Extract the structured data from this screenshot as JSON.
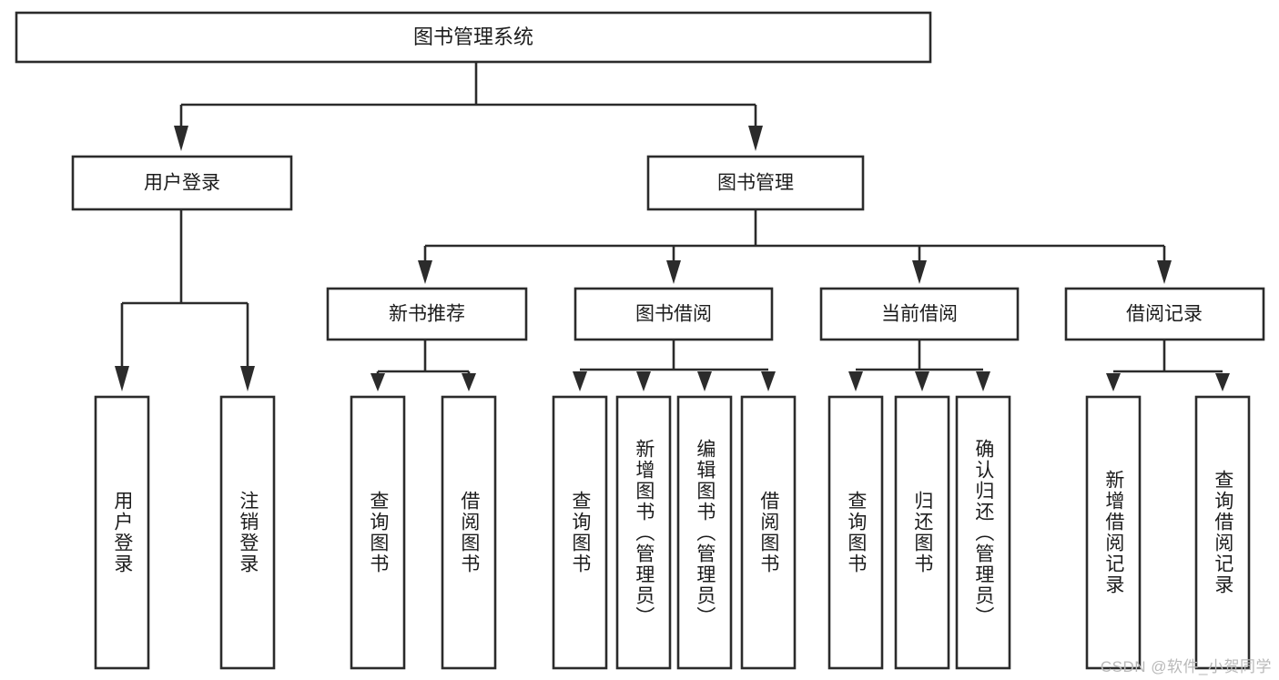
{
  "diagram": {
    "title": "图书管理系统",
    "type": "hierarchy-tree",
    "watermark": "CSDN @软件_小贺同学",
    "colors": {
      "stroke": "#2b2b2b",
      "box_fill": "#ffffff",
      "text": "#1c1c1c",
      "background": "#ffffff",
      "watermark": "#b9b9b9"
    },
    "root": {
      "label": "图书管理系统",
      "id": "root"
    },
    "level2": [
      {
        "id": "user-login",
        "label": "用户登录"
      },
      {
        "id": "book-manage",
        "label": "图书管理"
      }
    ],
    "level3": [
      {
        "id": "new-book-recommend",
        "label": "新书推荐",
        "parent": "book-manage"
      },
      {
        "id": "book-borrow",
        "label": "图书借阅",
        "parent": "book-manage"
      },
      {
        "id": "current-borrow",
        "label": "当前借阅",
        "parent": "book-manage"
      },
      {
        "id": "borrow-record",
        "label": "借阅记录",
        "parent": "book-manage"
      }
    ],
    "leaves": {
      "user-login": [
        {
          "id": "leaf-user-login",
          "label": "用户登录"
        },
        {
          "id": "leaf-logout-login",
          "label": "注销登录"
        }
      ],
      "new-book-recommend": [
        {
          "id": "leaf-query-book-1",
          "label": "查询图书"
        },
        {
          "id": "leaf-borrow-book-1",
          "label": "借阅图书"
        }
      ],
      "book-borrow": [
        {
          "id": "leaf-query-book-2",
          "label": "查询图书"
        },
        {
          "id": "leaf-add-book",
          "label": "新增图书（管理员）"
        },
        {
          "id": "leaf-edit-book",
          "label": "编辑图书（管理员）"
        },
        {
          "id": "leaf-borrow-book-2",
          "label": "借阅图书"
        }
      ],
      "current-borrow": [
        {
          "id": "leaf-query-book-3",
          "label": "查询图书"
        },
        {
          "id": "leaf-return-book",
          "label": "归还图书"
        },
        {
          "id": "leaf-confirm-return",
          "label": "确认归还（管理员）"
        }
      ],
      "borrow-record": [
        {
          "id": "leaf-add-record",
          "label": "新增借阅记录"
        },
        {
          "id": "leaf-query-record",
          "label": "查询借阅记录"
        }
      ]
    }
  }
}
